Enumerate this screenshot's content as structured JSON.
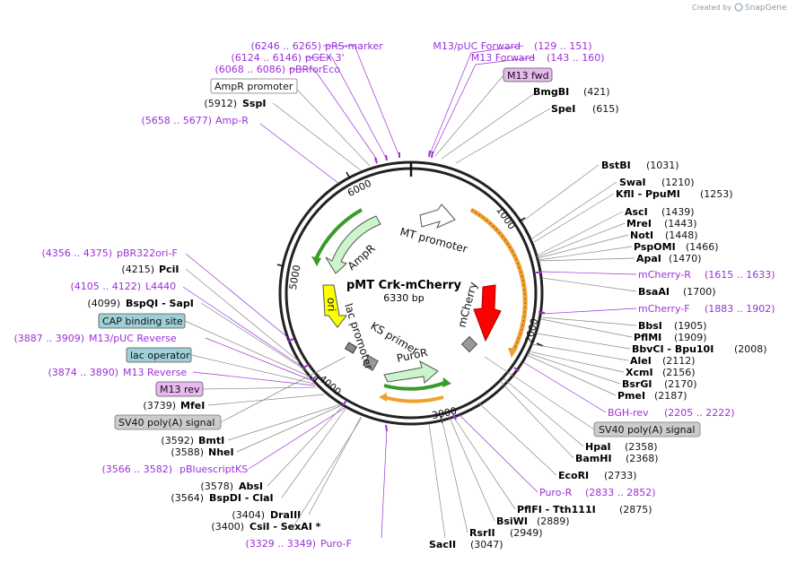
{
  "header": {
    "created_by": "Created by",
    "brand": "SnapGene"
  },
  "plasmid": {
    "name": "pMT Crk-mCherry",
    "length": "6330 bp",
    "total_bp": 6330
  },
  "ticks": [
    "1000",
    "2000",
    "3000",
    "4000",
    "5000",
    "6000"
  ],
  "features": [
    {
      "name": "MT promoter",
      "color": "#ffffff"
    },
    {
      "name": "AmpR",
      "color": "#ccf5cc"
    },
    {
      "name": "ori",
      "color": "#ffff00"
    },
    {
      "name": "lac promoter",
      "color": "#ffffff"
    },
    {
      "name": "KS primer",
      "color": "#ffffff"
    },
    {
      "name": "PuroR",
      "color": "#ccf5cc"
    },
    {
      "name": "mCherry",
      "color": "#ff0000"
    }
  ],
  "right_labels": [
    {
      "site": "BmgBI",
      "pos": "(421)"
    },
    {
      "site": "SpeI",
      "pos": "(615)"
    },
    {
      "site": "BstBI",
      "pos": "(1031)"
    },
    {
      "site": "SwaI",
      "pos": "(1210)"
    },
    {
      "site": "KflI - PpuMI",
      "pos": "(1253)"
    },
    {
      "site": "AscI",
      "pos": "(1439)"
    },
    {
      "site": "MreI",
      "pos": "(1443)"
    },
    {
      "site": "NotI",
      "pos": "(1448)"
    },
    {
      "site": "PspOMI",
      "pos": "(1466)"
    },
    {
      "site": "ApaI",
      "pos": "(1470)"
    },
    {
      "primer": "mCherry-R",
      "range": "(1615 .. 1633)"
    },
    {
      "site": "BsaAI",
      "pos": "(1700)"
    },
    {
      "primer": "mCherry-F",
      "range": "(1883 .. 1902)"
    },
    {
      "site": "BbsI",
      "pos": "(1905)"
    },
    {
      "site": "PflMI",
      "pos": "(1909)"
    },
    {
      "site": "BbvCI - Bpu10I",
      "pos": "(2008)"
    },
    {
      "site": "AleI",
      "pos": "(2112)"
    },
    {
      "site": "XcmI",
      "pos": "(2156)"
    },
    {
      "site": "BsrGI",
      "pos": "(2170)"
    },
    {
      "site": "PmeI",
      "pos": "(2187)"
    },
    {
      "primer": "BGH-rev",
      "range": "(2205 .. 2222)"
    },
    {
      "feature": "SV40 poly(A) signal"
    },
    {
      "site": "HpaI",
      "pos": "(2358)"
    },
    {
      "site": "BamHI",
      "pos": "(2368)"
    },
    {
      "site": "EcoRI",
      "pos": "(2733)"
    },
    {
      "primer": "Puro-R",
      "range": "(2833 .. 2852)"
    },
    {
      "site": "PflFI - Tth111I",
      "pos": "(2875)"
    },
    {
      "site": "BsiWI",
      "pos": "(2889)"
    },
    {
      "site": "RsrII",
      "pos": "(2949)"
    },
    {
      "site": "SacII",
      "pos": "(3047)"
    }
  ],
  "top_labels": [
    {
      "primer": "M13/pUC Forward",
      "range": "(129 .. 151)"
    },
    {
      "primer": "M13 Forward",
      "range": "(143 .. 160)"
    },
    {
      "feature": "M13 fwd"
    },
    {
      "primer": "pRS-marker",
      "range": "(6246 .. 6265)"
    },
    {
      "primer": "pGEX 3'",
      "range": "(6124 .. 6146)"
    },
    {
      "primer": "pBRforEco",
      "range": "(6068 .. 6086)"
    },
    {
      "feature": "AmpR promoter"
    },
    {
      "site": "SspI",
      "pos": "(5912)"
    },
    {
      "primer": "Amp-R",
      "range": "(5658 .. 5677)"
    }
  ],
  "left_labels": [
    {
      "primer": "pBR322ori-F",
      "range": "(4356 .. 4375)"
    },
    {
      "site": "PciI",
      "pos": "(4215)"
    },
    {
      "primer": "L4440",
      "range": "(4105 .. 4122)"
    },
    {
      "site": "BspQI - SapI",
      "pos": "(4099)"
    },
    {
      "feature": "CAP binding site"
    },
    {
      "primer": "M13/pUC Reverse",
      "range": "(3887 .. 3909)"
    },
    {
      "feature": "lac operator"
    },
    {
      "primer": "M13 Reverse",
      "range": "(3874 .. 3890)"
    },
    {
      "feature": "M13 rev"
    },
    {
      "site": "MfeI",
      "pos": "(3739)"
    },
    {
      "feature": "SV40 poly(A) signal"
    },
    {
      "site": "BmtI",
      "pos": "(3592)"
    },
    {
      "site": "NheI",
      "pos": "(3588)"
    },
    {
      "primer": "pBluescriptKS",
      "range": "(3566 .. 3582)"
    },
    {
      "site": "AbsI",
      "pos": "(3578)"
    },
    {
      "site": "BspDI - ClaI",
      "pos": "(3564)"
    },
    {
      "site": "DraIII",
      "pos": "(3404)"
    },
    {
      "site": "CsiI - SexAI *",
      "pos": "(3400)"
    },
    {
      "primer": "Puro-F",
      "range": "(3329 .. 3349)"
    }
  ]
}
